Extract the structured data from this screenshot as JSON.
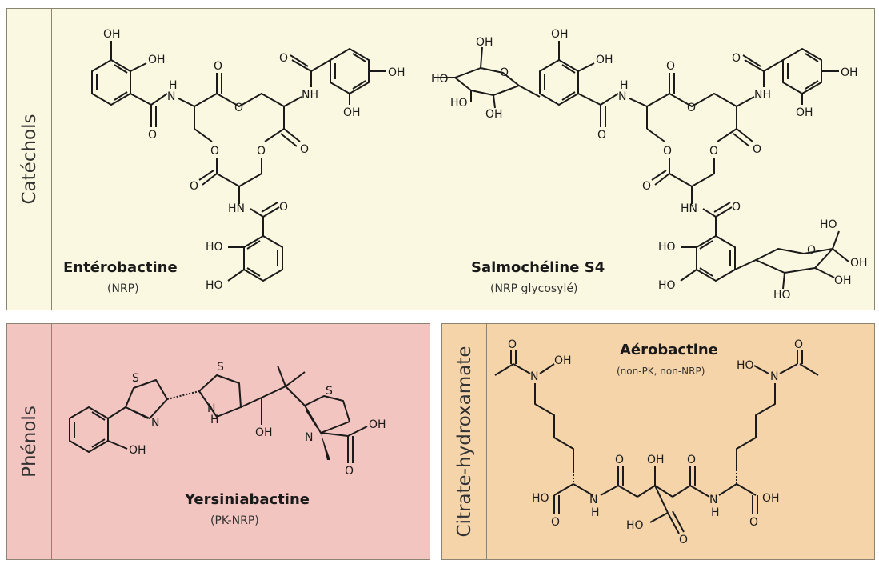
{
  "panels": {
    "catechols": {
      "label": "Catéchols",
      "bg": "#fbf8e1",
      "molecules": [
        {
          "name": "Entérobactine",
          "class": "(NRP)"
        },
        {
          "name": "Salmochéline S4",
          "class": "(NRP glycosylé)"
        }
      ]
    },
    "phenols": {
      "label": "Phénols",
      "bg": "#f2c5c0",
      "molecules": [
        {
          "name": "Yersiniabactine",
          "class": "(PK-NRP)"
        }
      ]
    },
    "citrate": {
      "label": "Citrate-hydroxamate",
      "bg": "#f6d4aa",
      "molecules": [
        {
          "name": "Aérobactine",
          "class": "(non-PK, non-NRP)"
        }
      ]
    }
  },
  "atoms": {
    "OH": "OH",
    "HO": "HO",
    "O": "O",
    "N": "N",
    "NH": "NH",
    "HN": "HN",
    "H": "H",
    "S": "S"
  }
}
